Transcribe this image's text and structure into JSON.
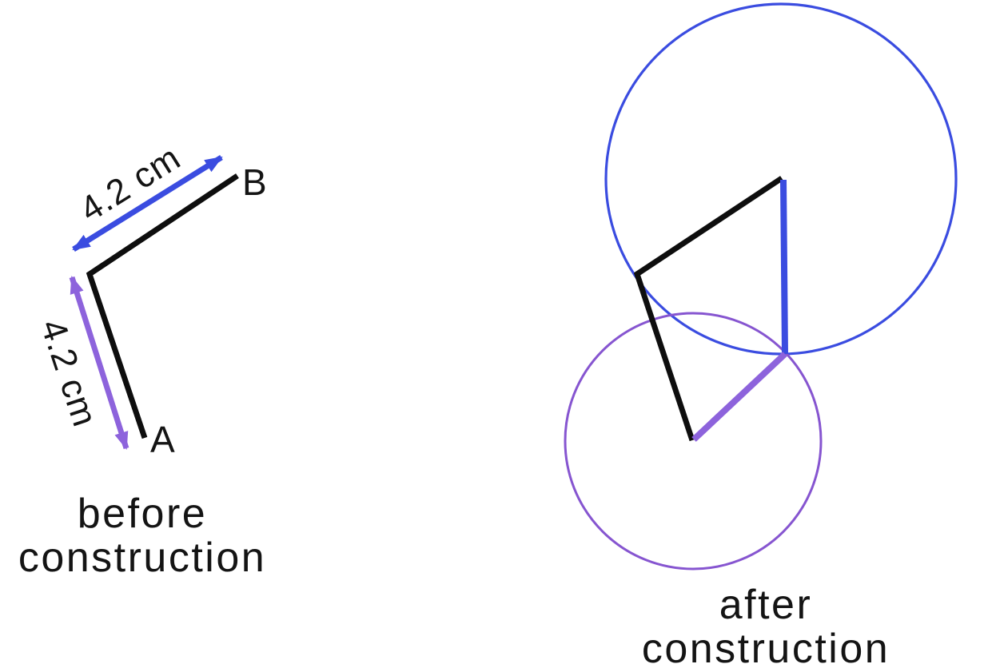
{
  "colors": {
    "blue": "#3a4ce0",
    "purple": "#8d63dc",
    "purple_circle": "#8655d0",
    "black": "#0e0e0e",
    "text": "#141414"
  },
  "before_figure": {
    "caption_line1": "before",
    "caption_line2": "construction",
    "vertex_b_label": "B",
    "vertex_a_label": "A",
    "top_segment_length": "4.2 cm",
    "bottom_segment_length": "4.2 cm"
  },
  "after_figure": {
    "caption_line1": "after",
    "caption_line2": "construction"
  }
}
